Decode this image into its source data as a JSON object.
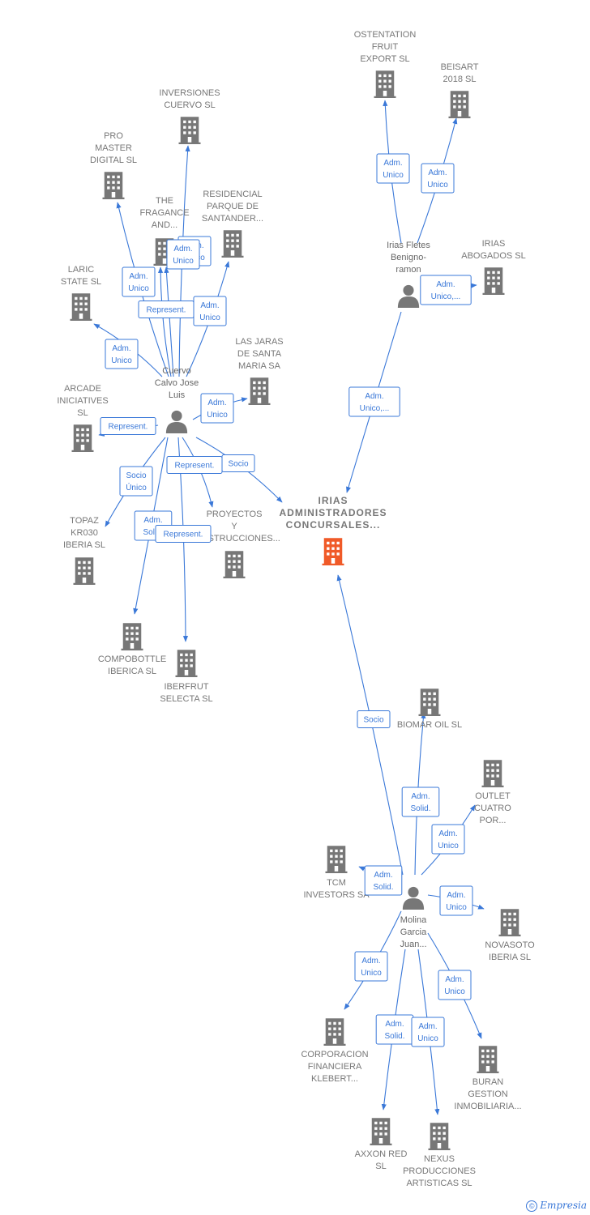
{
  "colors": {
    "edge": "#3a78d8",
    "company": "#777777",
    "main_company": "#f05a28",
    "person": "#777777"
  },
  "footer": {
    "copyright": "©",
    "brand": "Empresia"
  },
  "nodes": [
    {
      "id": "irias_adm",
      "type": "main",
      "label": [
        "IRIAS",
        "ADMINISTRADORES",
        "CONCURSALES..."
      ]
    },
    {
      "id": "ostentation",
      "type": "company",
      "label": [
        "OSTENTATION",
        "FRUIT",
        "EXPORT  SL"
      ]
    },
    {
      "id": "beisart",
      "type": "company",
      "label": [
        "BEISART",
        "2018  SL"
      ]
    },
    {
      "id": "irias_fletes",
      "type": "person",
      "label": [
        "Irias Fletes",
        "Benigno-",
        "ramon"
      ]
    },
    {
      "id": "irias_abogados",
      "type": "company",
      "label": [
        "IRIAS",
        "ABOGADOS  SL"
      ]
    },
    {
      "id": "inversiones_cuervo",
      "type": "company",
      "label": [
        "INVERSIONES",
        "CUERVO SL"
      ]
    },
    {
      "id": "pro_master",
      "type": "company",
      "label": [
        "PRO",
        "MASTER",
        "DIGITAL SL"
      ]
    },
    {
      "id": "the_fragance",
      "type": "company",
      "label": [
        "THE",
        "FRAGANCE",
        "AND..."
      ]
    },
    {
      "id": "residencial",
      "type": "company",
      "label": [
        "RESIDENCIAL",
        "PARQUE DE",
        "SANTANDER..."
      ]
    },
    {
      "id": "laric",
      "type": "company",
      "label": [
        "LARIC",
        "STATE SL"
      ]
    },
    {
      "id": "las_jaras",
      "type": "company",
      "label": [
        "LAS JARAS",
        "DE SANTA",
        "MARIA SA"
      ]
    },
    {
      "id": "cuervo",
      "type": "person",
      "label": [
        "Cuervo",
        "Calvo Jose",
        "Luis"
      ]
    },
    {
      "id": "arcade",
      "type": "company",
      "label": [
        "ARCADE",
        "INICIATIVES",
        "SL"
      ]
    },
    {
      "id": "topaz",
      "type": "company",
      "label": [
        "TOPAZ",
        "KR030",
        "IBERIA  SL"
      ]
    },
    {
      "id": "proyectos",
      "type": "company",
      "label": [
        "PROYECTOS",
        "Y",
        "CONSTRUCCIONES..."
      ]
    },
    {
      "id": "compobottle",
      "type": "company",
      "label": [
        "COMPOBOTTLE",
        "IBERICA  SL"
      ]
    },
    {
      "id": "iberfrut",
      "type": "company",
      "label": [
        "IBERFRUT",
        "SELECTA SL"
      ]
    },
    {
      "id": "biomar",
      "type": "company",
      "label": [
        "BIOMAR OIL SL"
      ]
    },
    {
      "id": "outlet",
      "type": "company",
      "label": [
        "OUTLET",
        "CUATRO",
        "POR..."
      ]
    },
    {
      "id": "tcm",
      "type": "company",
      "label": [
        "TCM",
        "INVESTORS SA"
      ]
    },
    {
      "id": "molina",
      "type": "person",
      "label": [
        "Molina",
        "Garcia",
        "Juan..."
      ]
    },
    {
      "id": "novasoto",
      "type": "company",
      "label": [
        "NOVASOTO",
        "IBERIA  SL"
      ]
    },
    {
      "id": "corporacion",
      "type": "company",
      "label": [
        "CORPORACION",
        "FINANCIERA",
        "KLEBERT..."
      ]
    },
    {
      "id": "buran",
      "type": "company",
      "label": [
        "BURAN",
        "GESTION",
        "INMOBILIARIA..."
      ]
    },
    {
      "id": "axxon",
      "type": "company",
      "label": [
        "AXXON RED",
        "SL"
      ]
    },
    {
      "id": "nexus",
      "type": "company",
      "label": [
        "NEXUS",
        "PRODUCCIONES",
        "ARTISTICAS SL"
      ]
    }
  ],
  "edges": [
    {
      "from": "irias_fletes",
      "to": "ostentation",
      "label": [
        "Adm.",
        "Unico"
      ]
    },
    {
      "from": "irias_fletes",
      "to": "beisart",
      "label": [
        "Adm.",
        "Unico"
      ]
    },
    {
      "from": "irias_fletes",
      "to": "irias_abogados",
      "label": [
        "Adm.",
        "Unico,..."
      ]
    },
    {
      "from": "irias_fletes",
      "to": "irias_adm",
      "label": [
        "Adm.",
        "Unico,..."
      ]
    },
    {
      "from": "cuervo",
      "to": "inversiones_cuervo",
      "label": [
        "Adm.",
        "Unico"
      ]
    },
    {
      "from": "cuervo",
      "to": "pro_master",
      "label": [
        "Adm.",
        "Unico"
      ]
    },
    {
      "from": "cuervo",
      "to": "the_fragance",
      "label": [
        "Adm.",
        "Unico"
      ]
    },
    {
      "from": "cuervo",
      "to": "the_fragance",
      "label": [
        "Represent."
      ]
    },
    {
      "from": "cuervo",
      "to": "residencial",
      "label": [
        "Adm.",
        "Unico"
      ]
    },
    {
      "from": "cuervo",
      "to": "laric",
      "label": [
        "Adm.",
        "Unico"
      ]
    },
    {
      "from": "cuervo",
      "to": "las_jaras",
      "label": [
        "Adm.",
        "Unico"
      ]
    },
    {
      "from": "cuervo",
      "to": "arcade",
      "label": [
        "Represent."
      ]
    },
    {
      "from": "cuervo",
      "to": "topaz",
      "label": [
        "Socio",
        "Único"
      ]
    },
    {
      "from": "cuervo",
      "to": "proyectos",
      "label": [
        "Represent."
      ]
    },
    {
      "from": "cuervo",
      "to": "irias_adm",
      "label": [
        "Socio"
      ]
    },
    {
      "from": "cuervo",
      "to": "compobottle",
      "label": [
        "Adm.",
        "Solid."
      ]
    },
    {
      "from": "cuervo",
      "to": "iberfrut",
      "label": [
        "Represent."
      ]
    },
    {
      "from": "molina",
      "to": "irias_adm",
      "label": [
        "Socio"
      ]
    },
    {
      "from": "molina",
      "to": "biomar",
      "label": [
        "Adm.",
        "Solid."
      ]
    },
    {
      "from": "molina",
      "to": "outlet",
      "label": [
        "Adm.",
        "Unico"
      ]
    },
    {
      "from": "molina",
      "to": "tcm",
      "label": [
        "Adm.",
        "Solid."
      ]
    },
    {
      "from": "molina",
      "to": "novasoto",
      "label": [
        "Adm.",
        "Unico"
      ]
    },
    {
      "from": "molina",
      "to": "corporacion",
      "label": [
        "Adm.",
        "Unico"
      ]
    },
    {
      "from": "molina",
      "to": "buran",
      "label": [
        "Adm.",
        "Unico"
      ]
    },
    {
      "from": "molina",
      "to": "axxon",
      "label": [
        "Adm.",
        "Solid."
      ]
    },
    {
      "from": "molina",
      "to": "nexus",
      "label": [
        "Adm.",
        "Unico"
      ]
    }
  ]
}
